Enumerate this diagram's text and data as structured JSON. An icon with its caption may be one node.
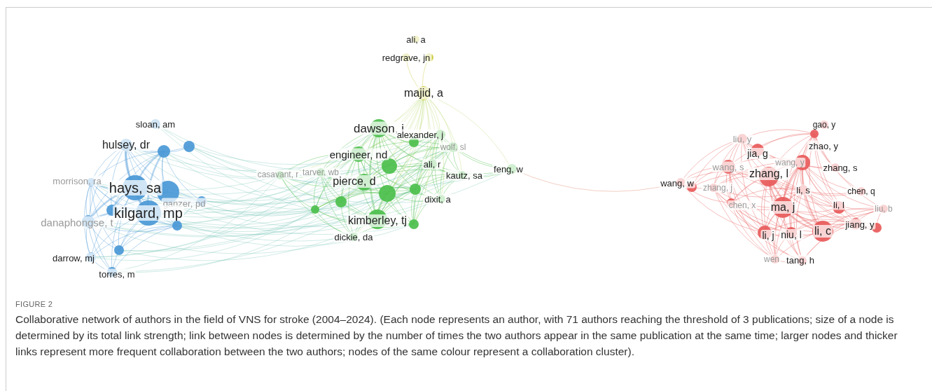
{
  "diagram": {
    "title": "FIGURE 2",
    "caption": "Collaborative network of authors in the field of VNS for stroke (2004–2024). (Each node represents an author, with 71 authors reaching the threshold of 3 publications; size of a node is determined by its total link strength; link between nodes is determined by the number of times the two authors appear in the same publication at the same time; larger nodes and thicker links represent more frequent collaboration between the two authors; nodes of the same colour represent a collaboration cluster).",
    "labels": [
      "sloan, am",
      "hulsey, dr",
      "morrison, ra",
      "hays, sa",
      "ganzer, pd",
      "kilgard, mp",
      "danaphongse, t",
      "darrow, mj",
      "torres, m",
      "ali, a",
      "redgrave, jn",
      "majid, a",
      "dawson, j",
      "alexander, j",
      "wolf, sl",
      "engineer, nd",
      "casavant, r",
      "tarver, wb",
      "ali, r",
      "kautz, sa",
      "feng, w",
      "pierce, d",
      "dixit, a",
      "kimberley, tj",
      "dickie, da",
      "gao, y",
      "liu, y",
      "zhao, y",
      "jia, g",
      "wang, s",
      "wang, y",
      "zhang, s",
      "zhang, l",
      "wang, w",
      "zhang, j",
      "li, s",
      "chen, q",
      "chen, x",
      "ma, j",
      "li, l",
      "liu, b",
      "jiang, y",
      "li, j",
      "niu, l",
      "li, c",
      "wen",
      "tang, h"
    ]
  }
}
